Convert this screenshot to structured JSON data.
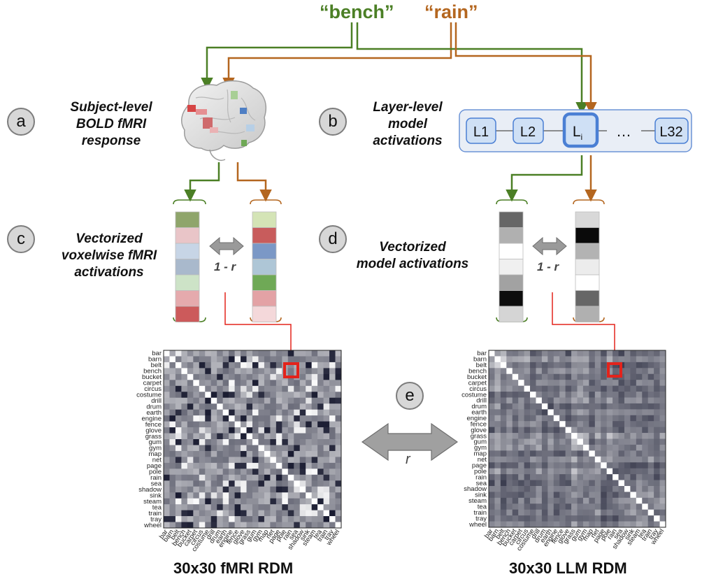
{
  "stimulus_words": {
    "bench": "“bench”",
    "rain": "“rain”"
  },
  "panels": {
    "a": {
      "label": "a",
      "caption": [
        "Subject-level",
        "BOLD fMRI",
        "response"
      ]
    },
    "b": {
      "label": "b",
      "caption": [
        "Layer-level",
        "model",
        "activations"
      ]
    },
    "c": {
      "label": "c",
      "caption": [
        "Vectorized",
        "voxelwise fMRI",
        "activations"
      ]
    },
    "d": {
      "label": "d",
      "caption": [
        "Vectorized",
        "model activations"
      ]
    },
    "e": {
      "label": "e"
    }
  },
  "layers": {
    "items": [
      "L1",
      "L2",
      "L",
      "…",
      "L32"
    ],
    "active_subscript": "i"
  },
  "dissimilarity_label": "1 - r",
  "similarity_label": "r",
  "fmri_vector_colors": {
    "bench": [
      "#8fa56b",
      "#e9c5c8",
      "#c7d5e6",
      "#a9b9cc",
      "#cde3c7",
      "#e5aaad",
      "#cc5a5b"
    ],
    "rain": [
      "#d4e4b6",
      "#c85c5c",
      "#7b98c6",
      "#aec6d6",
      "#6fa956",
      "#e3a2a5",
      "#f4d8da"
    ]
  },
  "model_vector_colors": {
    "bench": [
      "#666666",
      "#b0b0b0",
      "#ffffff",
      "#f0f0f0",
      "#a2a2a2",
      "#0d0d0d",
      "#d5d5d5"
    ],
    "rain": [
      "#d8d8d8",
      "#0a0a0a",
      "#b3b3b3",
      "#ececec",
      "#ffffff",
      "#666666",
      "#b0b0b0"
    ]
  },
  "rdm_words": [
    "bar",
    "barn",
    "belt",
    "bench",
    "bucket",
    "carpet",
    "circus",
    "costume",
    "drill",
    "drum",
    "earth",
    "engine",
    "fence",
    "glove",
    "grass",
    "gum",
    "gym",
    "map",
    "net",
    "page",
    "pole",
    "rain",
    "sea",
    "shadow",
    "sink",
    "steam",
    "tea",
    "train",
    "tray",
    "wheel"
  ],
  "rdm_titles": {
    "fmri": "30x30 fMRI RDM",
    "llm": "30x30 LLM RDM"
  },
  "colors": {
    "green": "#4b7f25",
    "orange": "#b4661f",
    "highlight": "#e3231b",
    "layer_fill": "#cfe0f5",
    "layer_stroke": "#4a7fd4"
  }
}
